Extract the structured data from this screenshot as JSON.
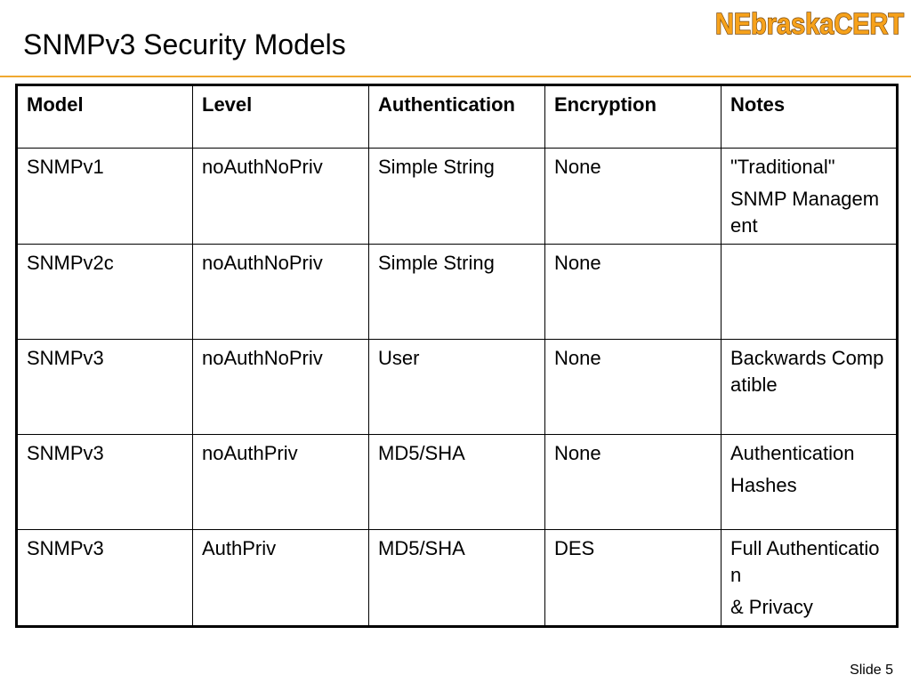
{
  "slide": {
    "title": "SNMPv3 Security Models",
    "slide_number": "Slide 5",
    "accent_color": "#f0a830"
  },
  "logo": {
    "text": "NEbraskaCERT",
    "icon": "nebraskacert-logo",
    "fill_color": "#f7a21b",
    "outline_color": "#7a4a10"
  },
  "table": {
    "headers": [
      "Model",
      "Level",
      "Authentication",
      "Encryption",
      "Notes"
    ],
    "rows": [
      {
        "model": "SNMPv1",
        "level": "noAuthNoPriv",
        "authentication": "Simple String",
        "encryption": "None",
        "notes": [
          "\"Traditional\"",
          "SNMP Management"
        ]
      },
      {
        "model": "SNMPv2c",
        "level": "noAuthNoPriv",
        "authentication": "Simple String",
        "encryption": "None",
        "notes": []
      },
      {
        "model": "SNMPv3",
        "level": "noAuthNoPriv",
        "authentication": "User",
        "encryption": "None",
        "notes": [
          "Backwards Compatible"
        ]
      },
      {
        "model": "SNMPv3",
        "level": "noAuthPriv",
        "authentication": "MD5/SHA",
        "encryption": "None",
        "notes": [
          "Authentication",
          "Hashes"
        ]
      },
      {
        "model": "SNMPv3",
        "level": "AuthPriv",
        "authentication": "MD5/SHA",
        "encryption": "DES",
        "notes": [
          "Full Authentication",
          "& Privacy"
        ]
      }
    ]
  }
}
